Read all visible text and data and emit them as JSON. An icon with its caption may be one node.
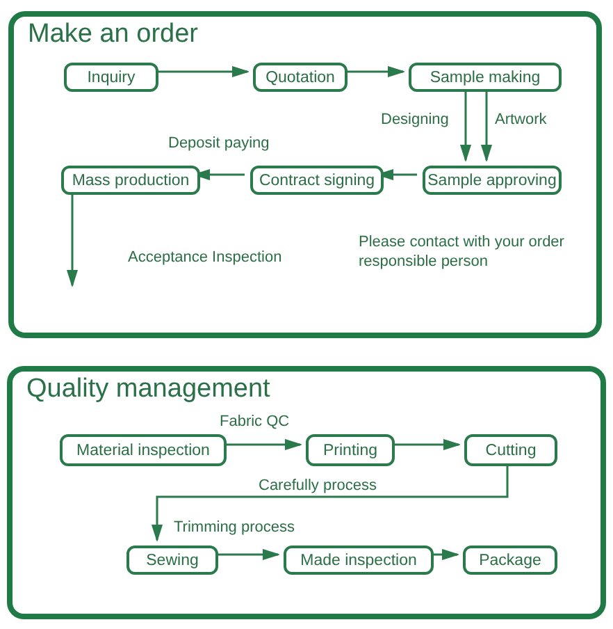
{
  "diagram": {
    "nodes": [
      {
        "text": [
          "Make an order"
        ]
      },
      {
        "text": [
          "Inquiry"
        ],
        "in": 0
      },
      {
        "text": [
          "Quotation"
        ],
        "in": 0
      },
      {
        "text": [
          "Sample making"
        ],
        "in": 0
      },
      {
        "text": [
          "Sample approving"
        ],
        "in": 0
      },
      {
        "text": [
          "Contract signing"
        ],
        "in": 0
      },
      {
        "text": [
          "Mass production"
        ],
        "in": 0
      },
      {
        "text": [
          "Quality management"
        ]
      },
      {
        "text": [
          "Material inspection"
        ],
        "in": 7
      },
      {
        "text": [
          "Printing"
        ],
        "in": 7
      },
      {
        "text": [
          "Cutting"
        ],
        "in": 7
      },
      {
        "text": [
          "Sewing"
        ],
        "in": 7
      },
      {
        "text": [
          "Made inspection"
        ],
        "in": 7
      },
      {
        "text": [
          "Package"
        ],
        "in": 7
      }
    ],
    "edges": [
      {
        "from": 1,
        "to": 2,
        "arrow": "to"
      },
      {
        "from": 2,
        "to": 3,
        "arrow": "to"
      },
      {
        "from": 3,
        "to": 4,
        "arrow": "to",
        "label": "Designing"
      },
      {
        "from": 3,
        "to": 4,
        "arrow": "to",
        "label": "Artwork"
      },
      {
        "from": 4,
        "to": 5,
        "arrow": "to"
      },
      {
        "from": 5,
        "to": 6,
        "arrow": "to",
        "label": "Deposit paying"
      },
      {
        "from": 6,
        "to": null,
        "arrow": "to"
      },
      {
        "from": 8,
        "to": 9,
        "arrow": "to",
        "label": "Fabric QC"
      },
      {
        "from": 9,
        "to": 10,
        "arrow": "to"
      },
      {
        "from": 10,
        "to": 11,
        "arrow": "to",
        "label": "Carefully process"
      },
      {
        "from": 11,
        "to": 12,
        "arrow": "to",
        "label": "Trimming process"
      },
      {
        "from": 12,
        "to": 13,
        "arrow": "to"
      }
    ],
    "labels": [
      "Acceptance Inspection",
      "Please contact with your order responsible person"
    ]
  }
}
